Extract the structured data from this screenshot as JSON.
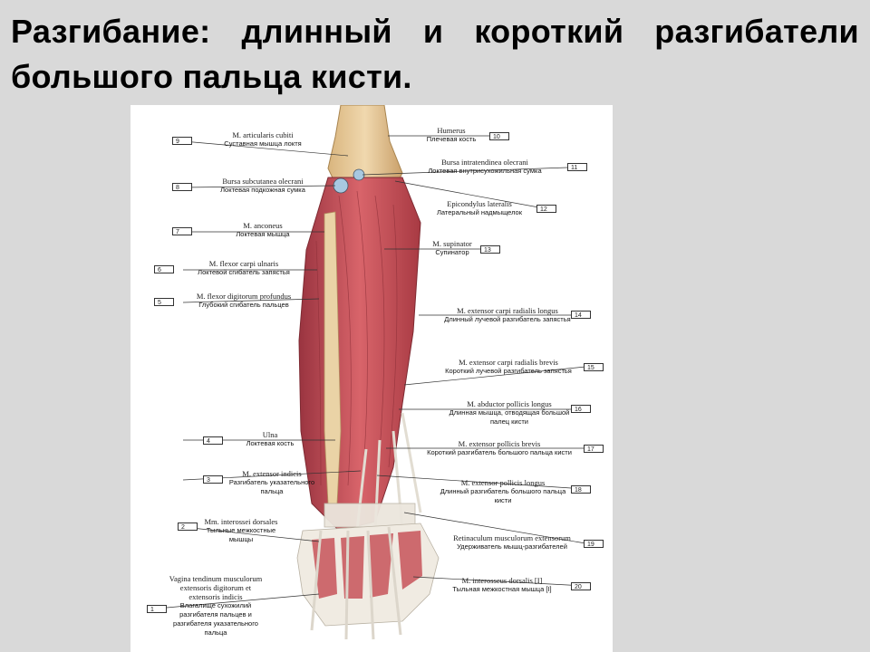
{
  "slide": {
    "title": "Разгибание: длинный и короткий разгибатели большого пальца кисти."
  },
  "colors": {
    "background": "#d9d9d9",
    "muscle": "#c8545a",
    "muscle_dark": "#a83a43",
    "tendon": "#e8e4dc",
    "bone": "#e6c99a"
  },
  "labels_left": [
    {
      "num": "9",
      "latin": "M. articularis cubiti",
      "russian": "Суставная мышца локтя"
    },
    {
      "num": "8",
      "latin": "Bursa subcutanea olecrani",
      "russian": "Локтевая подкожная сумка"
    },
    {
      "num": "7",
      "latin": "M. anconeus",
      "russian": "Локтевая мышца"
    },
    {
      "num": "6",
      "latin": "M. flexor carpi ulnaris",
      "russian": "Локтевой сгибатель запястья"
    },
    {
      "num": "5",
      "latin": "M. flexor digitorum profundus",
      "russian": "Глубокий сгибатель пальцев"
    },
    {
      "num": "4",
      "latin": "Ulna",
      "russian": "Локтевая кость"
    },
    {
      "num": "3",
      "latin": "M. extensor indicis",
      "russian": "Разгибатель указательного пальца"
    },
    {
      "num": "2",
      "latin": "Mm. interossei dorsales",
      "russian": "Тыльные межкостные мышцы"
    },
    {
      "num": "1",
      "latin": "Vagina tendinum musculorum extensoris digitorum et extensoris indicis",
      "russian": "Влагалище сухожилий разгибателя пальцев и разгибателя указательного пальца"
    }
  ],
  "labels_right": [
    {
      "num": "10",
      "latin": "Humerus",
      "russian": "Плечевая кость"
    },
    {
      "num": "11",
      "latin": "Bursa intratendinea olecrani",
      "russian": "Локтевая внутрисухожильная сумка"
    },
    {
      "num": "12",
      "latin": "Epicondylus lateralis",
      "russian": "Латеральный надмыщелок"
    },
    {
      "num": "13",
      "latin": "M. supinator",
      "russian": "Супинатор"
    },
    {
      "num": "14",
      "latin": "M. extensor carpi radialis longus",
      "russian": "Длинный лучевой разгибатель запястья"
    },
    {
      "num": "15",
      "latin": "M. extensor carpi radialis brevis",
      "russian": "Короткий лучевой разгибатель запястья"
    },
    {
      "num": "16",
      "latin": "M. abductor pollicis longus",
      "russian": "Длинная мышца, отводящая большой палец кисти"
    },
    {
      "num": "17",
      "latin": "M. extensor pollicis brevis",
      "russian": "Короткий разгибатель большого пальца кисти"
    },
    {
      "num": "18",
      "latin": "M. extensor pollicis longus",
      "russian": "Длинный разгибатель большого пальца кисти"
    },
    {
      "num": "19",
      "latin": "Retinaculum musculorum extensorum",
      "russian": "Удерживатель мышц-разгибателей"
    },
    {
      "num": "20",
      "latin": "M. interosseus dorsalis [I]",
      "russian": "Тыльная межкостная мышца [I]"
    }
  ]
}
